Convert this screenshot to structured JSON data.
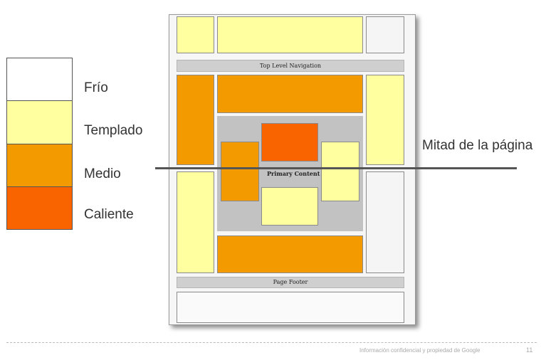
{
  "legend": {
    "items": [
      {
        "label": "Frío",
        "color": "#ffffff"
      },
      {
        "label": "Templado",
        "color": "#ffff9f"
      },
      {
        "label": "Medio",
        "color": "#f39a00"
      },
      {
        "label": "Caliente",
        "color": "#fa6400"
      }
    ]
  },
  "wireframe": {
    "top_nav_label": "Top Level Navigation",
    "primary_content_label": "Primary Content",
    "page_footer_label": "Page Footer"
  },
  "fold": {
    "label": "Mitad de la página"
  },
  "slide_footer": {
    "text": "Información confidencial y propiedad de Google",
    "page_number": "11"
  }
}
